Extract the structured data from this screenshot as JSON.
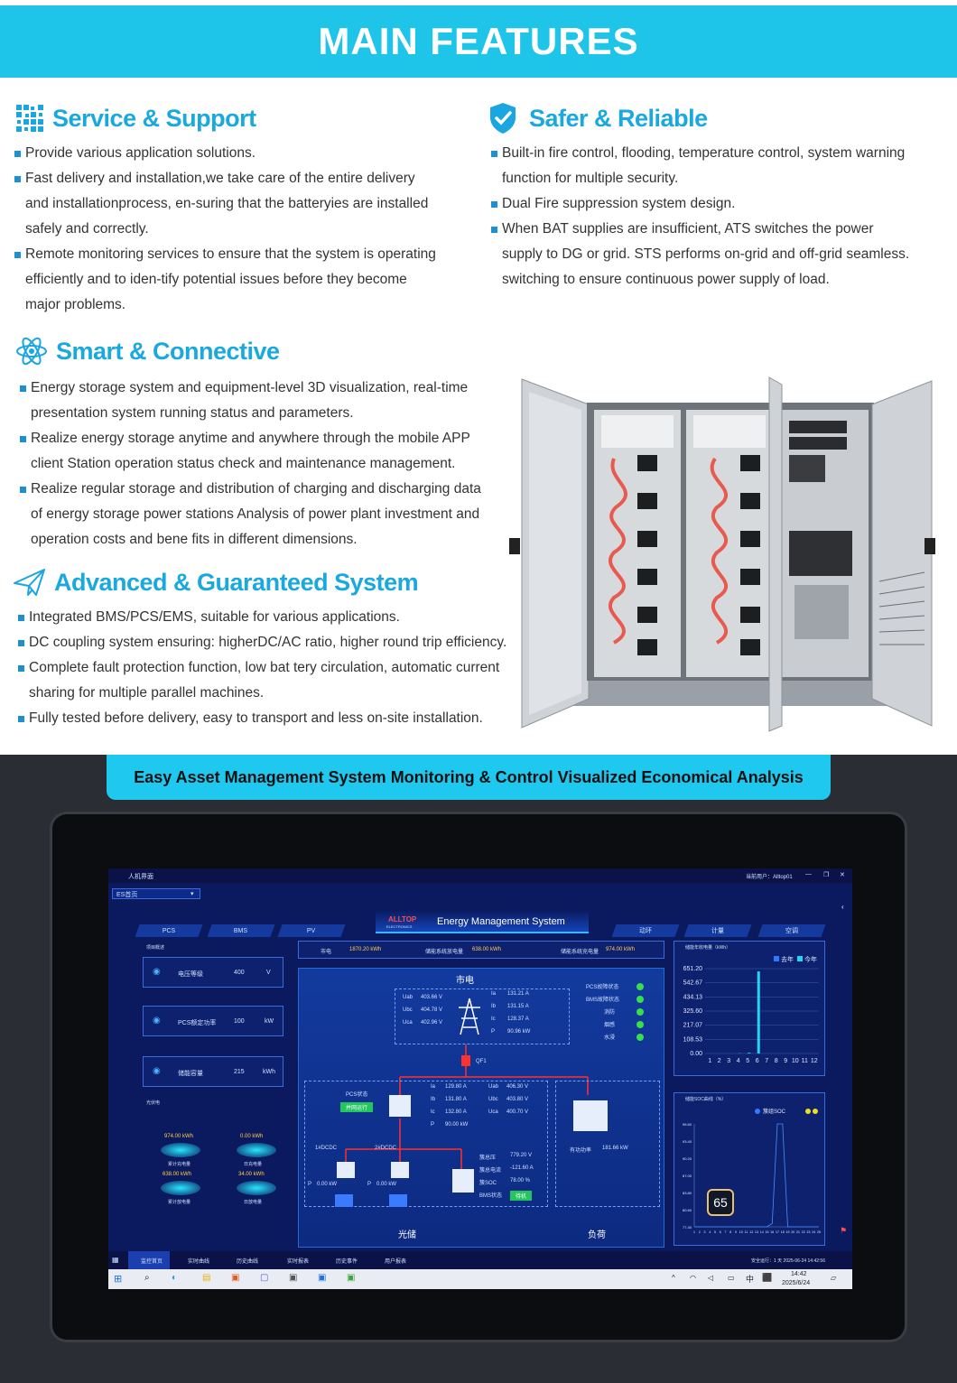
{
  "header": {
    "title": "MAIN FEATURES"
  },
  "sections": {
    "service": {
      "title": "Service & Support",
      "items": [
        [
          "Provide various application solutions."
        ],
        [
          "Fast delivery and installation,we take care of the entire delivery",
          "and installationprocess, en-suring that the batteryies are installed",
          "safely and correctly."
        ],
        [
          "Remote monitoring services to ensure that the system is operating",
          "efficiently and to iden-tify potential issues before they become",
          "major problems."
        ]
      ]
    },
    "safer": {
      "title": "Safer & Reliable",
      "items": [
        [
          "Built-in fire control, flooding, temperature control, system warning",
          "function for multiple security."
        ],
        [
          "Dual Fire suppression system design."
        ],
        [
          "When BAT supplies are insufficient, ATS switches the power",
          "supply to DG or grid. STS performs on-grid and off-grid seamless.",
          "switching to ensure continuous power supply of load."
        ]
      ]
    },
    "smart": {
      "title": "Smart & Connective",
      "items": [
        [
          "Energy storage system and equipment-level 3D visualization, real-time",
          "presentation system running status and parameters."
        ],
        [
          "Realize energy storage anytime and anywhere through the mobile APP",
          "client Station operation status check and maintenance management."
        ],
        [
          "Realize regular storage and distribution of charging and discharging data",
          "of energy storage power stations Analysis of power plant investment and",
          "operation costs and bene fits  in different dimensions."
        ]
      ]
    },
    "advanced": {
      "title": "Advanced & Guaranteed System",
      "items": [
        [
          "Integrated BMS/PCS/EMS, suitable for various applications."
        ],
        [
          "DC coupling system ensuring: higherDC/AC ratio, higher round trip efficiency."
        ],
        [
          "Complete fault protection function, low bat tery circulation, automatic current",
          "sharing for multiple parallel machines."
        ],
        [
          "Fully tested before delivery, easy to transport and less on-site installation."
        ]
      ]
    }
  },
  "banner": {
    "text": "Easy Asset Management System Monitoring & Control Visualized Economical Analysis"
  },
  "screen": {
    "window_title": "人机界面",
    "user": "当前用户：Alltop01",
    "dropdown": "ES首页",
    "brand": "ALLTOP",
    "brand_sub": "ELECTRONICS",
    "ems_title": "Energy Management System",
    "tabs_left": [
      "PCS",
      "BMS",
      "PV"
    ],
    "tabs_right": [
      "动环",
      "计量",
      "空调"
    ],
    "project_overview": "项目概述",
    "kpis": [
      {
        "label": "电压等级",
        "value": "400",
        "unit": "V"
      },
      {
        "label": "PCS额定功率",
        "value": "100",
        "unit": "kW"
      },
      {
        "label": "储能容量",
        "value": "215",
        "unit": "kWh"
      }
    ],
    "pv_section": "光伏电",
    "pv_stats": [
      {
        "value": "974.00 kWh",
        "label": "累计充电量"
      },
      {
        "value": "0.00 kWh",
        "label": "日充电量"
      },
      {
        "value": "638.00 kWh",
        "label": "累计放电量"
      },
      {
        "value": "34.00 kWh",
        "label": "日放电量"
      }
    ],
    "top_stats": [
      {
        "label": "市电",
        "value": "1870.20 kWh"
      },
      {
        "label": "储能系统放电量",
        "value": "638.00 kWh"
      },
      {
        "label": "储能系统充电量",
        "value": "974.00 kWh"
      }
    ],
    "grid_title": "市电",
    "grid_readings": [
      {
        "k": "Uab",
        "v": "403.66 V"
      },
      {
        "k": "Ubc",
        "v": "404.78 V"
      },
      {
        "k": "Uca",
        "v": "402.96 V"
      },
      {
        "k": "Ia",
        "v": "131.21 A"
      },
      {
        "k": "Ib",
        "v": "131.15 A"
      },
      {
        "k": "Ic",
        "v": "128.37 A"
      },
      {
        "k": "P",
        "v": "90.96 kW"
      }
    ],
    "status_list": [
      "PCS故障状态",
      "BMS故障状态",
      "消防",
      "烟感",
      "水浸"
    ],
    "qf": "QF1",
    "pcs_state_label": "PCS状态",
    "pcs_state": "并网运行",
    "pcs_readings": [
      {
        "k": "Ia",
        "v": "129.80 A"
      },
      {
        "k": "Ib",
        "v": "131.80 A"
      },
      {
        "k": "Ic",
        "v": "132.80 A"
      },
      {
        "k": "P",
        "v": "90.00 kW"
      },
      {
        "k": "Uab",
        "v": "406.30 V"
      },
      {
        "k": "Ubc",
        "v": "403.80 V"
      },
      {
        "k": "Uca",
        "v": "400.70 V"
      }
    ],
    "dcdc": [
      {
        "name": "1#DCDC",
        "p": "0.00 kW"
      },
      {
        "name": "2#DCDC",
        "p": "0.00 kW"
      }
    ],
    "battery_readings": [
      {
        "k": "簇总压",
        "v": "779.20 V"
      },
      {
        "k": "簇总电流",
        "v": "-121.60 A"
      },
      {
        "k": "簇SOC",
        "v": "78.00 %"
      }
    ],
    "bms_state_label": "BMS状态",
    "bms_state": "待机",
    "load_power_label": "有功功率",
    "load_power": "181.66 kW",
    "pv_label": "光储",
    "load_label": "负荷",
    "chart1_title": "储能年收电量（kWh）",
    "chart2_title": "储能SOC曲线（%）",
    "chart2_legend": "簇组SOC",
    "badge": "65",
    "bottom_tabs": [
      "监控首页",
      "实时曲线",
      "历史曲线",
      "实时报表",
      "历史事件",
      "用户报表"
    ],
    "status_bar": "安全运行：1 天      2025-06-24 14:42:56",
    "clock_time": "14:42",
    "clock_date": "2025/6/24",
    "ime": "中"
  },
  "chart_data": [
    {
      "type": "bar",
      "title": "储能年收电量（kWh）",
      "categories": [
        "1",
        "2",
        "3",
        "4",
        "5",
        "6",
        "7",
        "8",
        "9",
        "10",
        "11",
        "12"
      ],
      "series": [
        {
          "name": "去年",
          "values": [
            0,
            0,
            0,
            0,
            0,
            0,
            0,
            0,
            0,
            0,
            0,
            0
          ]
        },
        {
          "name": "今年",
          "values": [
            0,
            0,
            0,
            2,
            6,
            630,
            0,
            0,
            0,
            0,
            0,
            0
          ]
        }
      ],
      "yticks": [
        "651.20",
        "542.67",
        "434.13",
        "325.60",
        "217.07",
        "108.53",
        "0.00"
      ],
      "ylim": [
        0,
        651.2
      ],
      "colors": {
        "去年": "#2f7bff",
        "今年": "#22d6f0"
      }
    },
    {
      "type": "line",
      "title": "储能SOC曲线（%）",
      "legend": "簇组SOC",
      "yticks": [
        "96.60",
        "93.40",
        "90.20",
        "87.00",
        "83.80",
        "80.60",
        "77.40"
      ],
      "ylim": [
        77.4,
        96.6
      ],
      "x": [
        "1",
        "2",
        "3",
        "4",
        "5",
        "6",
        "7",
        "8",
        "9",
        "10",
        "11",
        "12",
        "13",
        "14",
        "15",
        "16",
        "17",
        "18",
        "19",
        "20",
        "21",
        "22",
        "23",
        "24",
        "25"
      ],
      "values": [
        77.4,
        77.4,
        77.4,
        77.4,
        77.4,
        77.4,
        77.4,
        77.4,
        77.4,
        77.4,
        77.4,
        77.4,
        77.4,
        77.4,
        77.4,
        78.0,
        96.6,
        96.6,
        77.4,
        77.4,
        77.4,
        77.4,
        77.4,
        77.4,
        77.4
      ]
    }
  ]
}
